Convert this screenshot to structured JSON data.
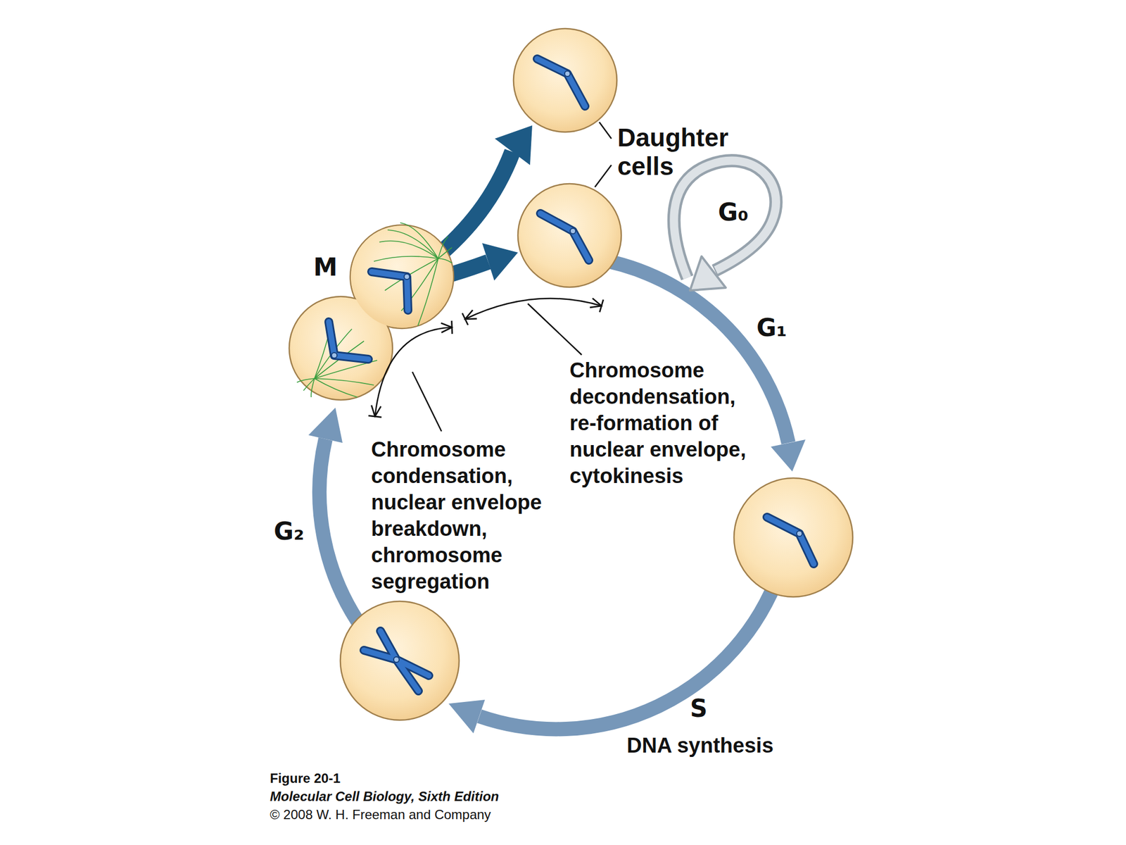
{
  "diagram": {
    "labels": [
      "Daughter cells",
      "G₀",
      "M",
      "G₁",
      "Chromosome decondensation, re-formation of nuclear envelope, cytokinesis",
      "Chromosome condensation, nuclear envelope breakdown, chromosome segregation",
      "G₂",
      "S",
      "DNA synthesis",
      "Figure 20-1",
      "Molecular Cell Biology, Sixth Edition",
      "© 2008 W. H. Freeman and Company"
    ]
  }
}
